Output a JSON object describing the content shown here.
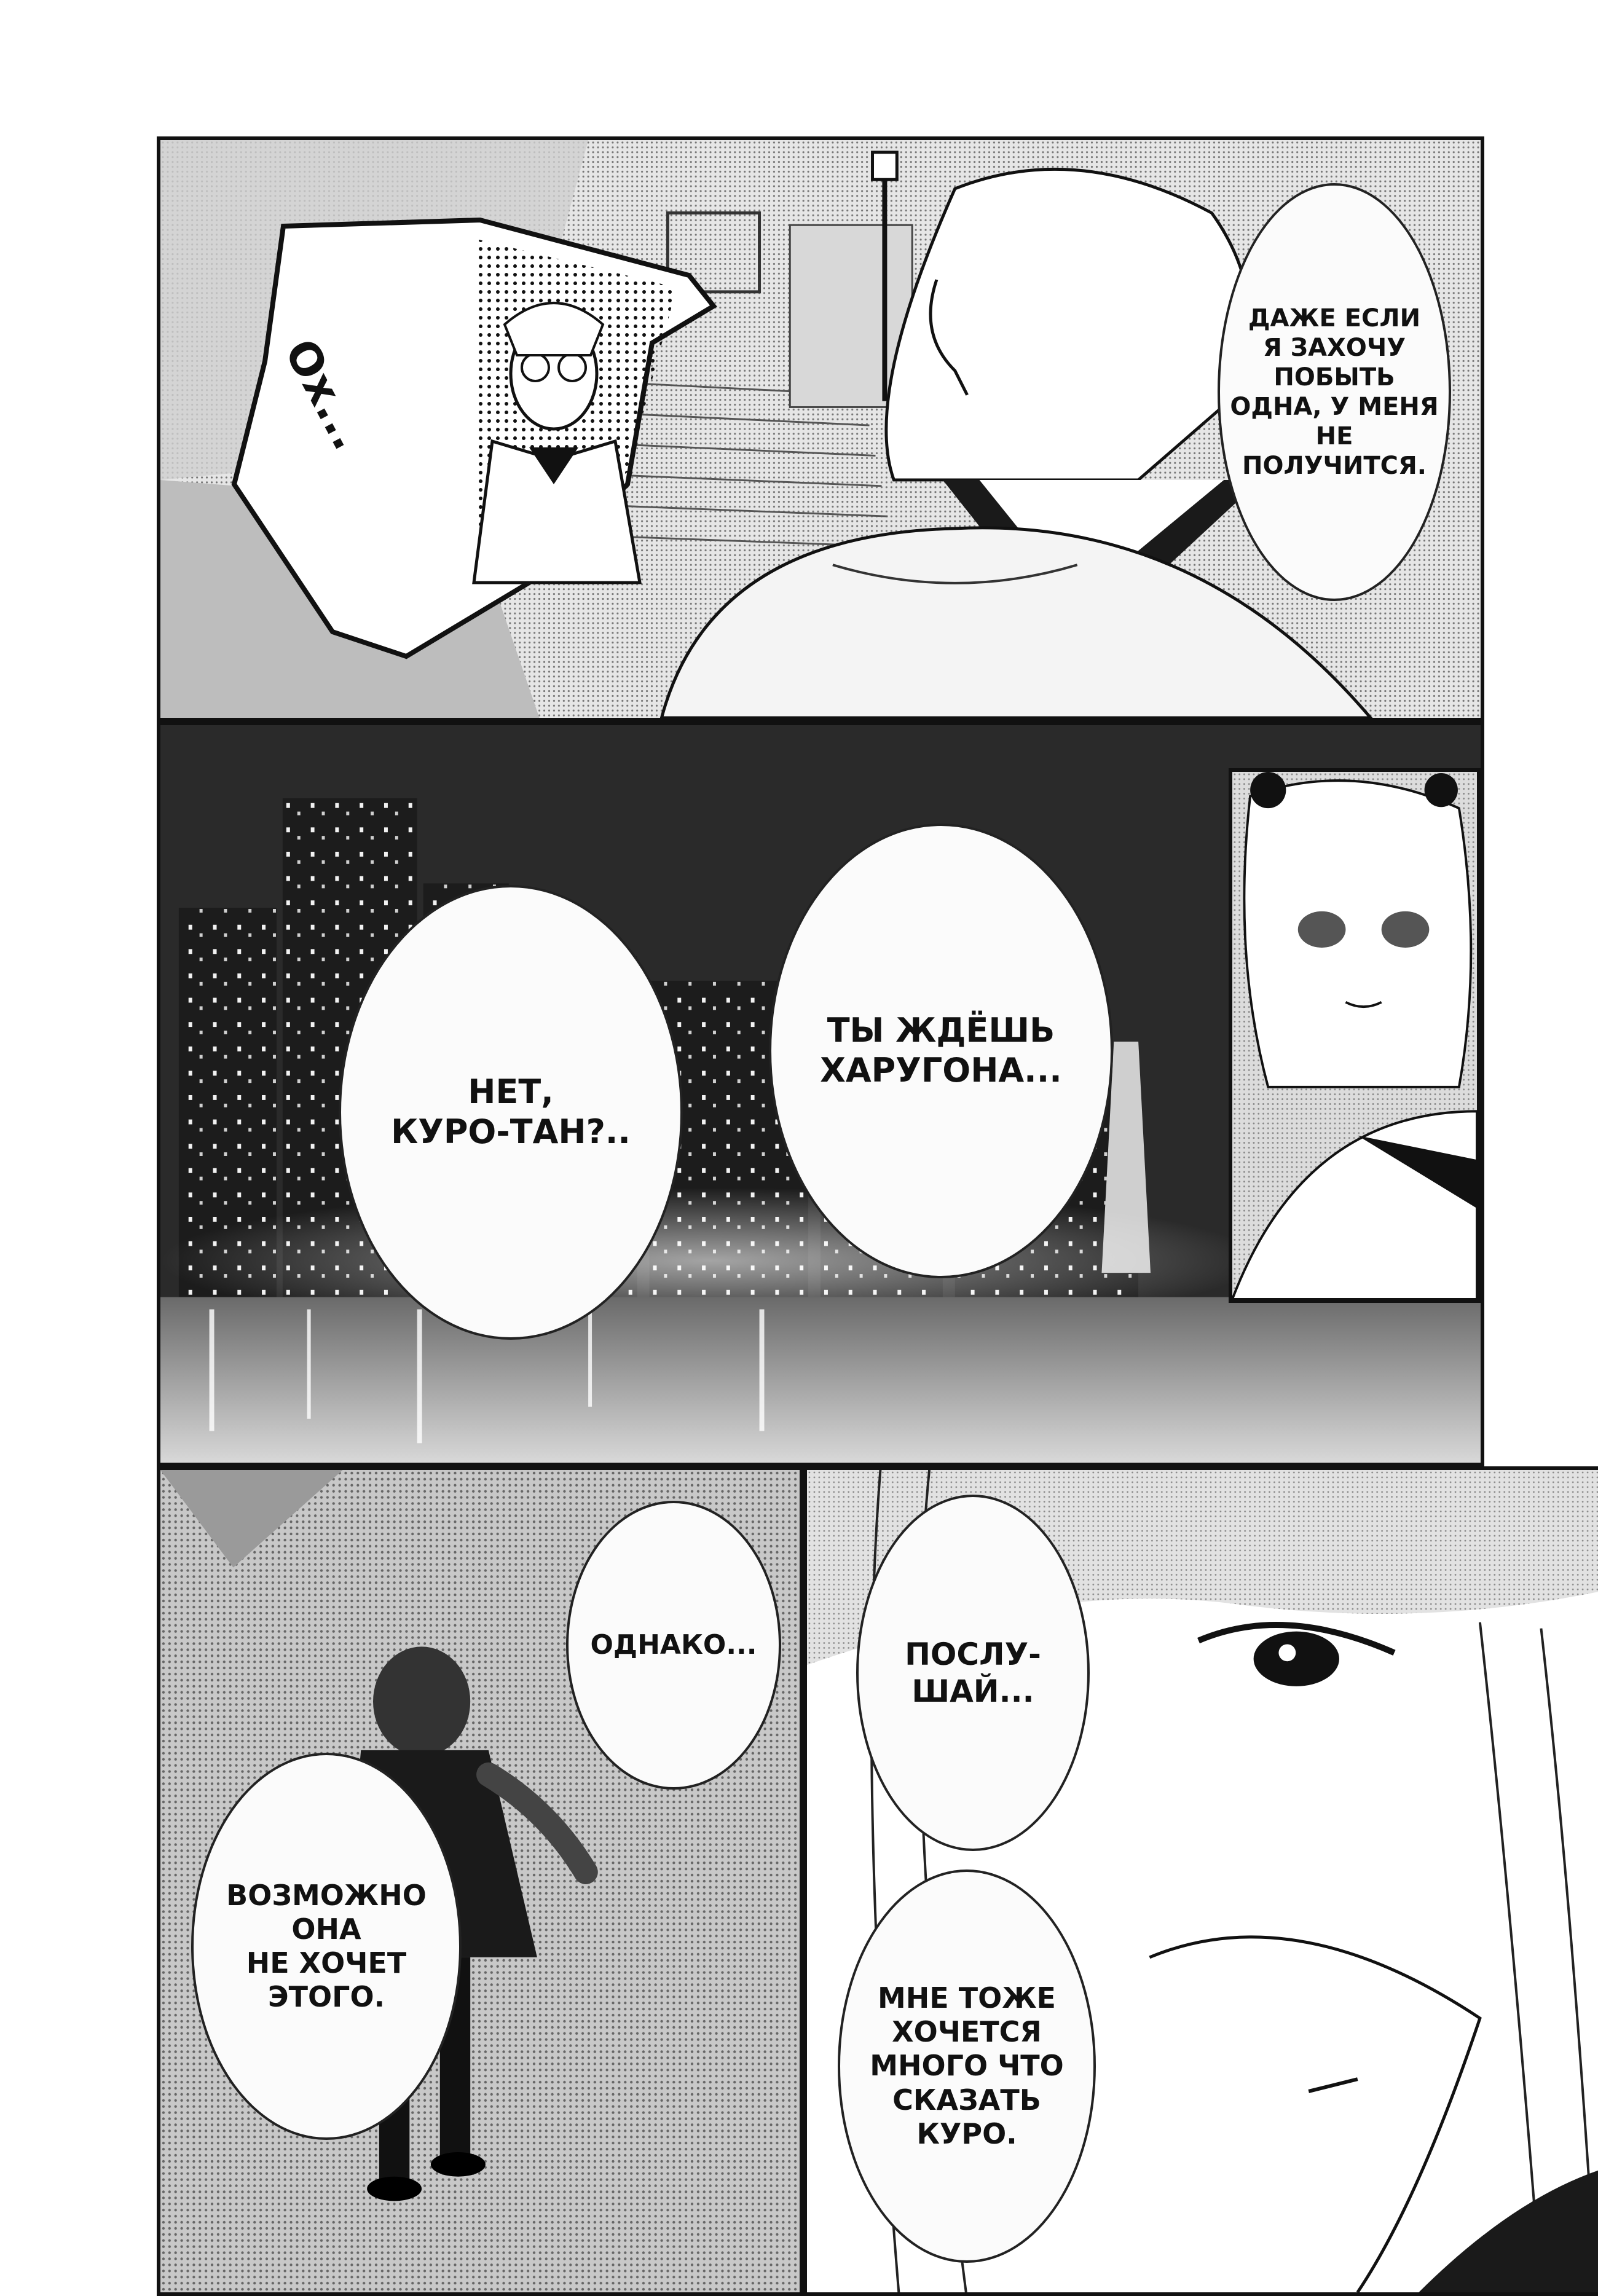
{
  "colors": {
    "ink": "#111111",
    "paper": "#ffffff",
    "night_sky": "#2a2a2a",
    "screentone": "#9a9a9a"
  },
  "panels": {
    "p1": {
      "bubbles": {
        "burst": "Ох...",
        "right": "Даже если\nя захочу\nпобыть\nодна, у меня\nне получится."
      }
    },
    "p2": {
      "bubbles": {
        "left": "Нет,\nКуро-тан?..",
        "center": "Ты ждёшь\nХаругона..."
      }
    },
    "p3": {
      "bubbles": {
        "top": "Однако...",
        "left": "Возможно\nона\nне хочет\nэтого."
      }
    },
    "p4": {
      "bubbles": {
        "top": "Послу-\nшай...",
        "bottom": "Мне тоже\nхочется\nмного что\nсказать\nКуро."
      }
    }
  }
}
